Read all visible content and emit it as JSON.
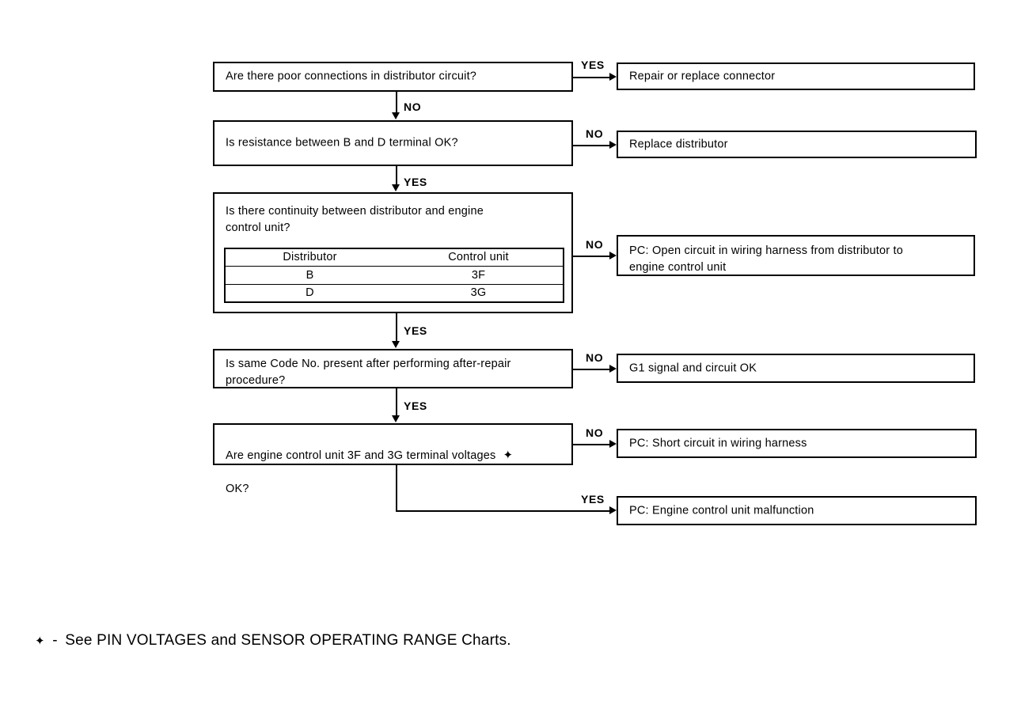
{
  "diagram": {
    "type": "flowchart",
    "title": "Distributor / G1 signal diagnostic flowchart",
    "questions": [
      {
        "id": "q1",
        "text": "Are there poor connections in distributor circuit?",
        "yes_label": "YES",
        "no_label": "NO"
      },
      {
        "id": "q2",
        "text": "Is resistance between B and D terminal OK?",
        "yes_label": "YES",
        "no_label": "NO"
      },
      {
        "id": "q3",
        "text": "Is there continuity between distributor and engine\ncontrol unit?",
        "yes_label": "YES",
        "no_label": "NO"
      },
      {
        "id": "q4",
        "text": "Is same Code No. present after performing after-repair\nprocedure?",
        "yes_label": "YES",
        "no_label": "NO"
      },
      {
        "id": "q5",
        "text": "Are engine control unit 3F and 3G terminal voltages",
        "text_line2": "OK?",
        "star": "✦",
        "yes_label": "YES",
        "no_label": "NO"
      }
    ],
    "results": [
      {
        "id": "r1",
        "text": "Repair or replace connector"
      },
      {
        "id": "r2",
        "text": "Replace distributor"
      },
      {
        "id": "r3",
        "text": "PC: Open circuit in wiring harness from distributor to\nengine control unit"
      },
      {
        "id": "r4",
        "text": "G1 signal and circuit OK"
      },
      {
        "id": "r5",
        "text": "PC: Short circuit in wiring harness"
      },
      {
        "id": "r6",
        "text": "PC: Engine control unit malfunction"
      }
    ],
    "pin_table": {
      "headers": [
        "Distributor",
        "Control unit"
      ],
      "rows": [
        [
          "B",
          "3F"
        ],
        [
          "D",
          "3G"
        ]
      ]
    },
    "footnote": {
      "star": "✦",
      "dash": "-",
      "text": "See PIN VOLTAGES and SENSOR OPERATING RANGE Charts."
    },
    "colors": {
      "ink": "#000000",
      "paper": "#ffffff"
    }
  }
}
